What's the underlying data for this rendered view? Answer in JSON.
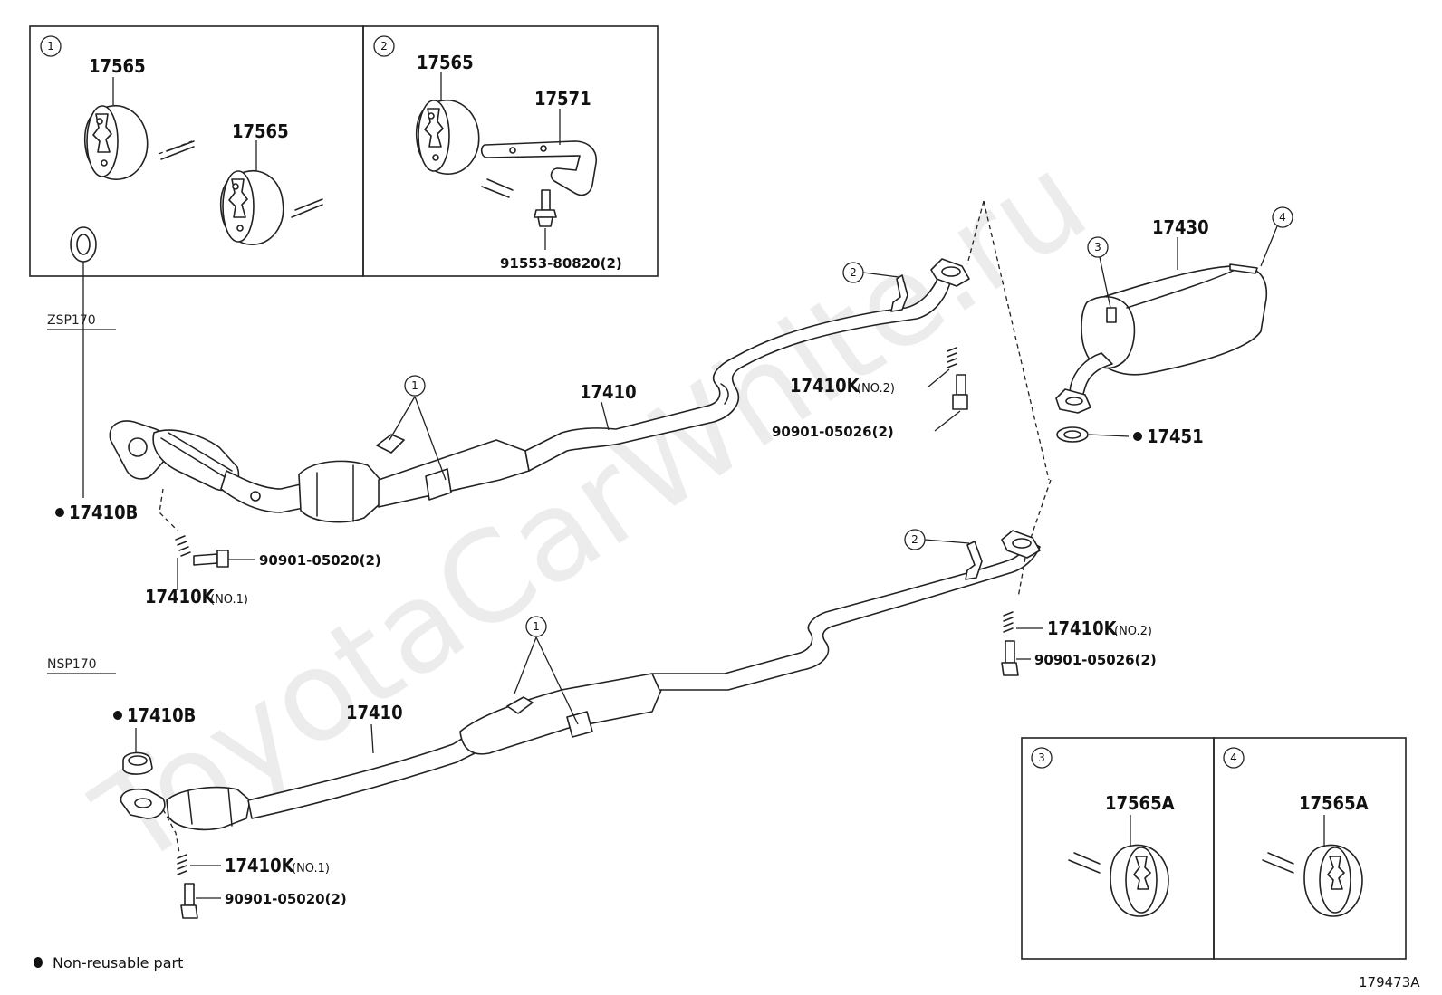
{
  "watermark": "ToyotaCarWhite.ru",
  "variants": {
    "upper": "ZSP170",
    "lower": "NSP170"
  },
  "legend": {
    "dot_text": "Non-reusable part"
  },
  "figure_code": "179473A",
  "detail_boxes": [
    {
      "ref": "1",
      "parts": [
        "17565",
        "17565"
      ]
    },
    {
      "ref": "2",
      "parts": [
        "17565",
        "17571",
        "91553-80820(2)"
      ]
    },
    {
      "ref": "3",
      "parts": [
        "17565A"
      ]
    },
    {
      "ref": "4",
      "parts": [
        "17565A"
      ]
    }
  ],
  "callout_refs": {
    "upper_hangers": "1",
    "upper_bracket": "2",
    "muffler_hanger_front": "3",
    "muffler_hanger_rear": "4",
    "lower_hangers": "1",
    "lower_bracket": "2"
  },
  "labels": {
    "muffler": "17430",
    "ring_muffler": "17451",
    "upper_pipe": "17410",
    "upper_gasket": "17410B",
    "upper_spring_front": "17410K",
    "upper_spring_front_note": "(NO.1)",
    "upper_bolt_front": "90901-05020(2)",
    "upper_spring_rear": "17410K",
    "upper_spring_rear_note": "(NO.2)",
    "upper_bolt_rear": "90901-05026(2)",
    "lower_pipe": "17410",
    "lower_gasket": "17410B",
    "lower_spring_front": "17410K",
    "lower_spring_front_note": "(NO.1)",
    "lower_bolt_front": "90901-05020(2)",
    "lower_spring_rear": "17410K",
    "lower_spring_rear_note": "(NO.2)",
    "lower_bolt_rear": "90901-05026(2)"
  }
}
